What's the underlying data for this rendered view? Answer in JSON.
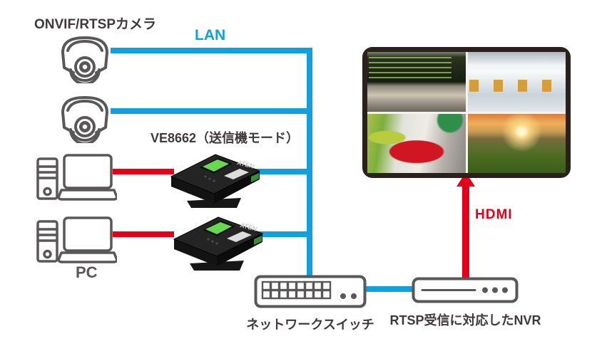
{
  "diagram": {
    "labels": {
      "cameras": "ONVIF/RTSPカメラ",
      "lan": "LAN",
      "transmitter": "VE8662（送信機モード）",
      "pc": "PC",
      "network_switch": "ネットワークスイッチ",
      "nvr": "RTSP受信に対応したNVR",
      "hdmi": "HDMI"
    },
    "device_logo": "ATEN",
    "colors": {
      "lan_line": "#12a0dc",
      "hdmi_line": "#e50019",
      "icon_stroke": "#595757",
      "label_text": "#3f3a39",
      "monitor_bezel": "#2a201e",
      "device_screen": "#67d94f"
    },
    "monitor_views": [
      "airport-departure-board",
      "airport-terminal",
      "formula-one-race-car",
      "sunset-mountain-meadow"
    ]
  }
}
